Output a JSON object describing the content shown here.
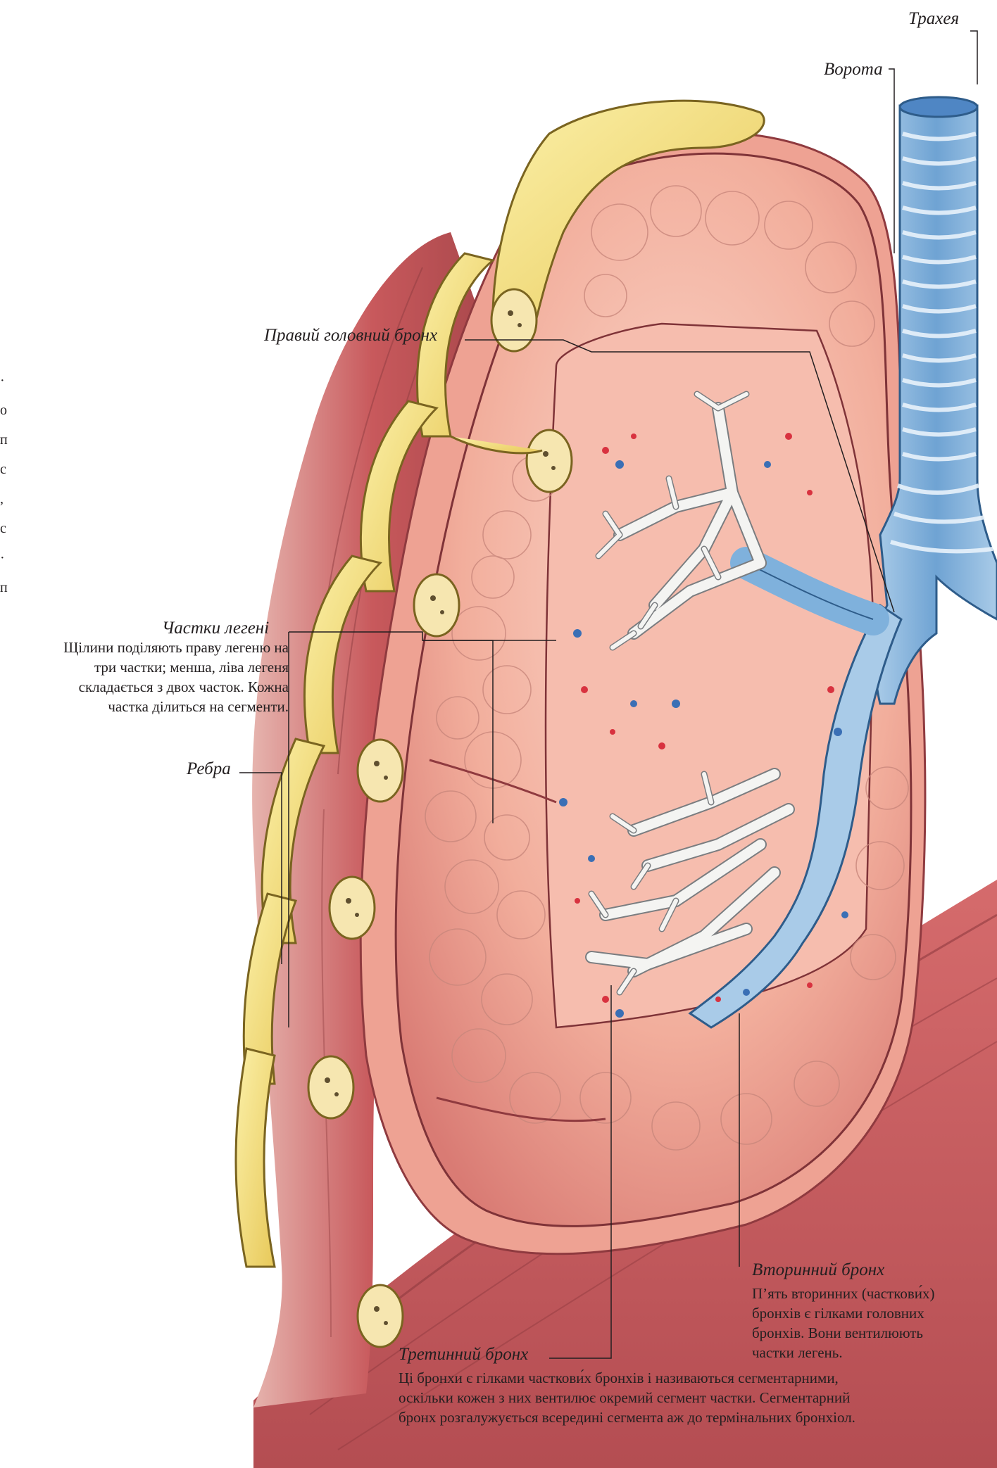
{
  "labels": {
    "trachea": "Трахея",
    "hilum": "Ворота",
    "right_main_bronchus": "Правий головний бронх",
    "lobes": "Частки легені",
    "ribs": "Ребра",
    "secondary_bronchus": "Вторинний бронх",
    "tertiary_bronchus": "Третинний бронх"
  },
  "descriptions": {
    "lobes": [
      "Щілини поділяють праву легеню на",
      "три частки; менша, ліва легеня",
      "складається з двох часток. Кожна",
      "частка ділиться на сегменти."
    ],
    "secondary_bronchus": [
      "П’ять вторинних (часткови́х)",
      "бронхів є гілками головних",
      "бронхів. Вони вентилюють",
      "частки легень."
    ],
    "tertiary_bronchus": [
      "Ці бронхи є гілками часткови́х бронхів і називаються сегментарними,",
      "оскільки кожен з них вентилює окремий сегмент частки. Сегментарний",
      "бронх розгалужується всередині сегмента аж до термінальних бронхіол."
    ]
  },
  "edge_fragments": [
    "·",
    "о",
    "п",
    "с",
    ",",
    "с",
    "·",
    "п"
  ],
  "colors": {
    "rib": "#f3e07a",
    "rib_marrow": "#f6e6b0",
    "lung": "#f0a594",
    "lung_light": "#f8cbbd",
    "muscle": "#c86466",
    "trachea": "#7fb1dc",
    "bronchus": "#9cc4e4",
    "bronchiole": "#f1f1ef",
    "leader_line": "#231f20"
  }
}
